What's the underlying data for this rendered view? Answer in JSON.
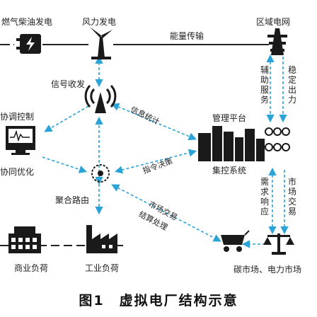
{
  "nodes": {
    "gas_diesel": "燃气柴油发电",
    "wind": "风力发电",
    "grid": "区域电网",
    "signal": "信号收发",
    "coordinate_control": "协调控制",
    "coordinate_optimize": "协同优化",
    "management_platform": "管理平台",
    "centralized_control": "集控系统",
    "aggregation_router": "聚合路由",
    "commercial_load": "商业负荷",
    "industrial_load": "工业负荷",
    "markets": "碳市场、电力市场"
  },
  "edges": {
    "energy_transmission": "能量传输",
    "ancillary_services": "辅助服务",
    "stable_output": "稳定出力",
    "demand_response": "需求响应",
    "market_trading": "市场交易",
    "info_statistics": "信息统计",
    "command_decision": "指令决策",
    "market_trading_diag": "市场交易",
    "settlement_processing": "结算处理"
  },
  "caption": "图1　虚拟电厂结构示意",
  "colors": {
    "dashed_link": "#2aa3d6",
    "solid_link": "#222222",
    "icon": "#1a1a1a"
  }
}
